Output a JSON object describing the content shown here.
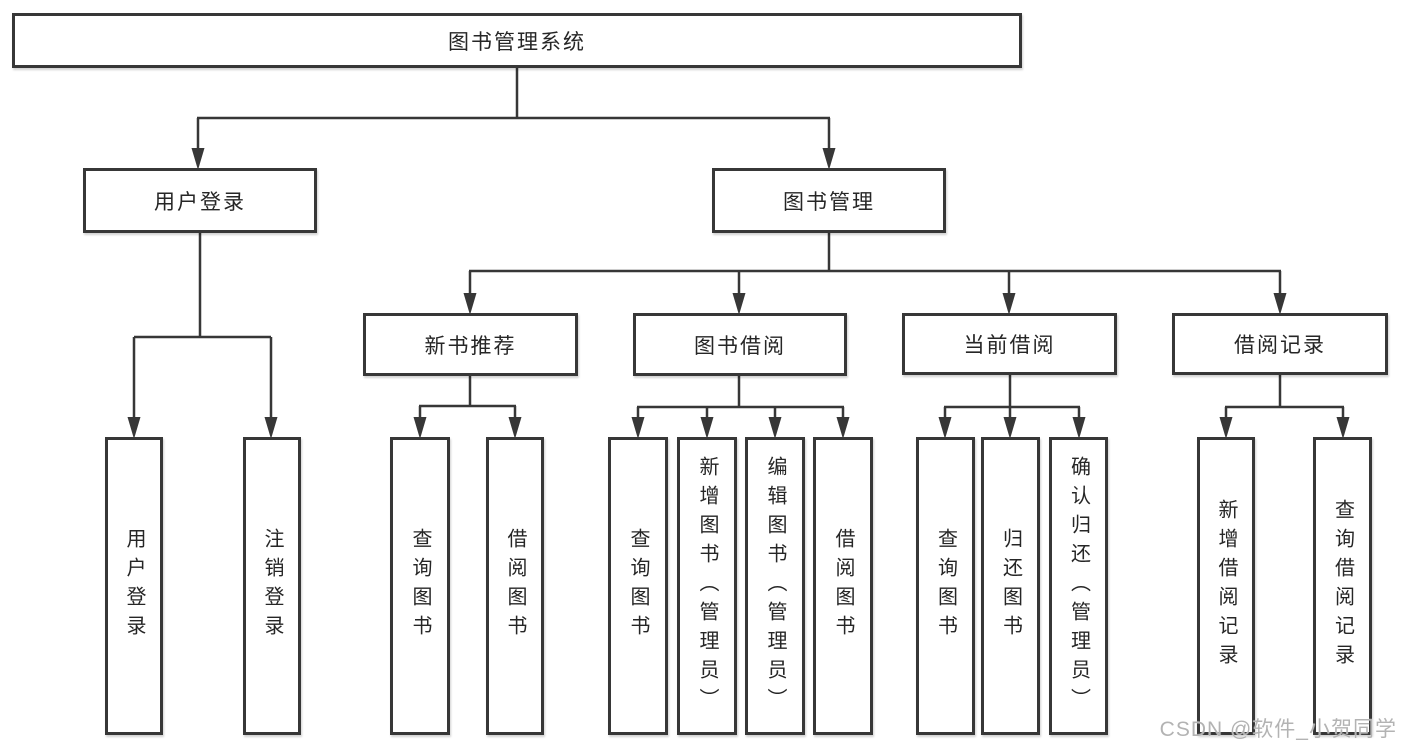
{
  "diagram_type": "hierarchy-tree",
  "colors": {
    "line": "#373737",
    "box_border": "#373737",
    "text": "#262626",
    "watermark": "#b3b3b3",
    "background": "#ffffff"
  },
  "watermark": {
    "text": "CSDN @软件_小贺同学"
  },
  "tree": {
    "root": {
      "label": "图书管理系统",
      "children": [
        {
          "label": "用户登录",
          "children": [
            {
              "label": "用户登录"
            },
            {
              "label": "注销登录"
            }
          ]
        },
        {
          "label": "图书管理",
          "children": [
            {
              "label": "新书推荐",
              "children": [
                {
                  "label": "查询图书"
                },
                {
                  "label": "借阅图书"
                }
              ]
            },
            {
              "label": "图书借阅",
              "children": [
                {
                  "label": "查询图书"
                },
                {
                  "label": "新增图书（管理员）"
                },
                {
                  "label": "编辑图书（管理员）"
                },
                {
                  "label": "借阅图书"
                }
              ]
            },
            {
              "label": "当前借阅",
              "children": [
                {
                  "label": "查询图书"
                },
                {
                  "label": "归还图书"
                },
                {
                  "label": "确认归还（管理员）"
                }
              ]
            },
            {
              "label": "借阅记录",
              "children": [
                {
                  "label": "新增借阅记录"
                },
                {
                  "label": "查询借阅记录"
                }
              ]
            }
          ]
        }
      ]
    }
  }
}
